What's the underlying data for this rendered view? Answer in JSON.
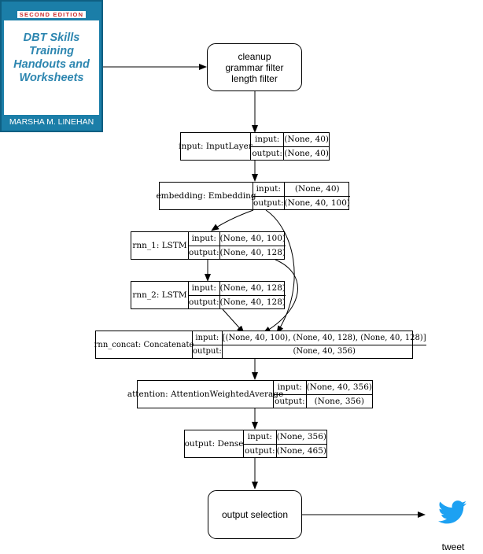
{
  "book": {
    "edition": "SECOND EDITION",
    "title_lines": [
      "DBT Skills",
      "Training",
      "Handouts and",
      "Worksheets"
    ],
    "author": "MARSHA M. LINEHAN"
  },
  "preprocess": {
    "lines": [
      "cleanup",
      "grammar filter",
      "length filter"
    ]
  },
  "io_labels": {
    "input": "input:",
    "output": "output:"
  },
  "layers": [
    {
      "name": "input: InputLayer",
      "input": "(None, 40)",
      "output": "(None, 40)"
    },
    {
      "name": "embedding: Embedding",
      "input": "(None, 40)",
      "output": "(None, 40, 100)"
    },
    {
      "name": "rnn_1: LSTM",
      "input": "(None, 40, 100)",
      "output": "(None, 40, 128)"
    },
    {
      "name": "rnn_2: LSTM",
      "input": "(None, 40, 128)",
      "output": "(None, 40, 128)"
    },
    {
      "name": "rnn_concat: Concatenate",
      "input": "[(None, 40, 100), (None, 40, 128), (None, 40, 128)]",
      "output": "(None, 40, 356)"
    },
    {
      "name": "attention: AttentionWeightedAverage",
      "input": "(None, 40, 356)",
      "output": "(None, 356)"
    },
    {
      "name": "output: Dense",
      "input": "(None, 356)",
      "output": "(None, 465)"
    }
  ],
  "output_selection": {
    "label": "output selection"
  },
  "twitter": {
    "label": "tweet",
    "icon": "twitter-bird-icon",
    "color": "#1da1f2"
  },
  "colors": {
    "book_cover": "#1b7ea8",
    "book_title": "#2d86b0",
    "edition_text": "#c92a2a"
  }
}
